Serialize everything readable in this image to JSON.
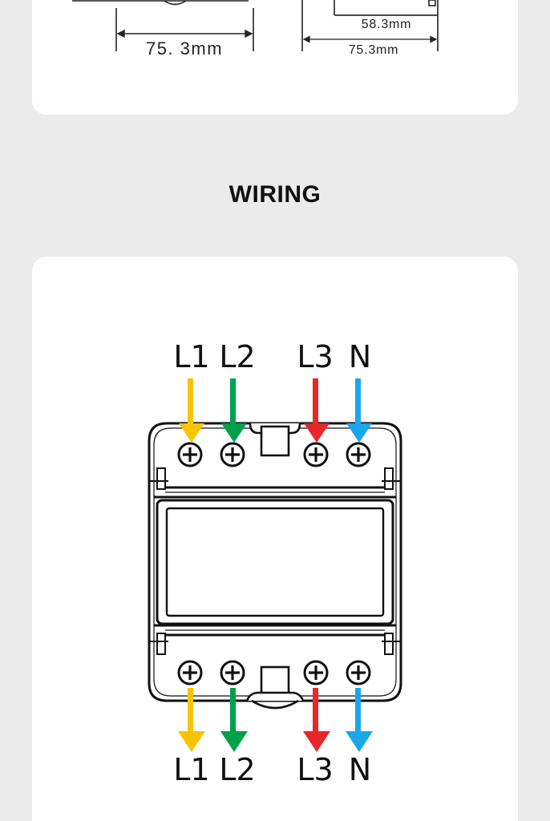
{
  "dimensions": {
    "front_width_label": "75. 3mm",
    "side_depth_label": "58.3mm",
    "side_width_label": "75.3mm"
  },
  "wiring": {
    "title": "WIRING",
    "top_terminals": [
      {
        "label": "L1",
        "color": "#f7c400"
      },
      {
        "label": "L2",
        "color": "#00a14b"
      },
      {
        "label": "L3",
        "color": "#e8262b"
      },
      {
        "label": "N",
        "color": "#1aa7e8"
      }
    ],
    "bottom_terminals": [
      {
        "label": "L1",
        "color": "#f7c400"
      },
      {
        "label": "L2",
        "color": "#00a14b"
      },
      {
        "label": "L3",
        "color": "#e8262b"
      },
      {
        "label": "N",
        "color": "#1aa7e8"
      }
    ]
  }
}
